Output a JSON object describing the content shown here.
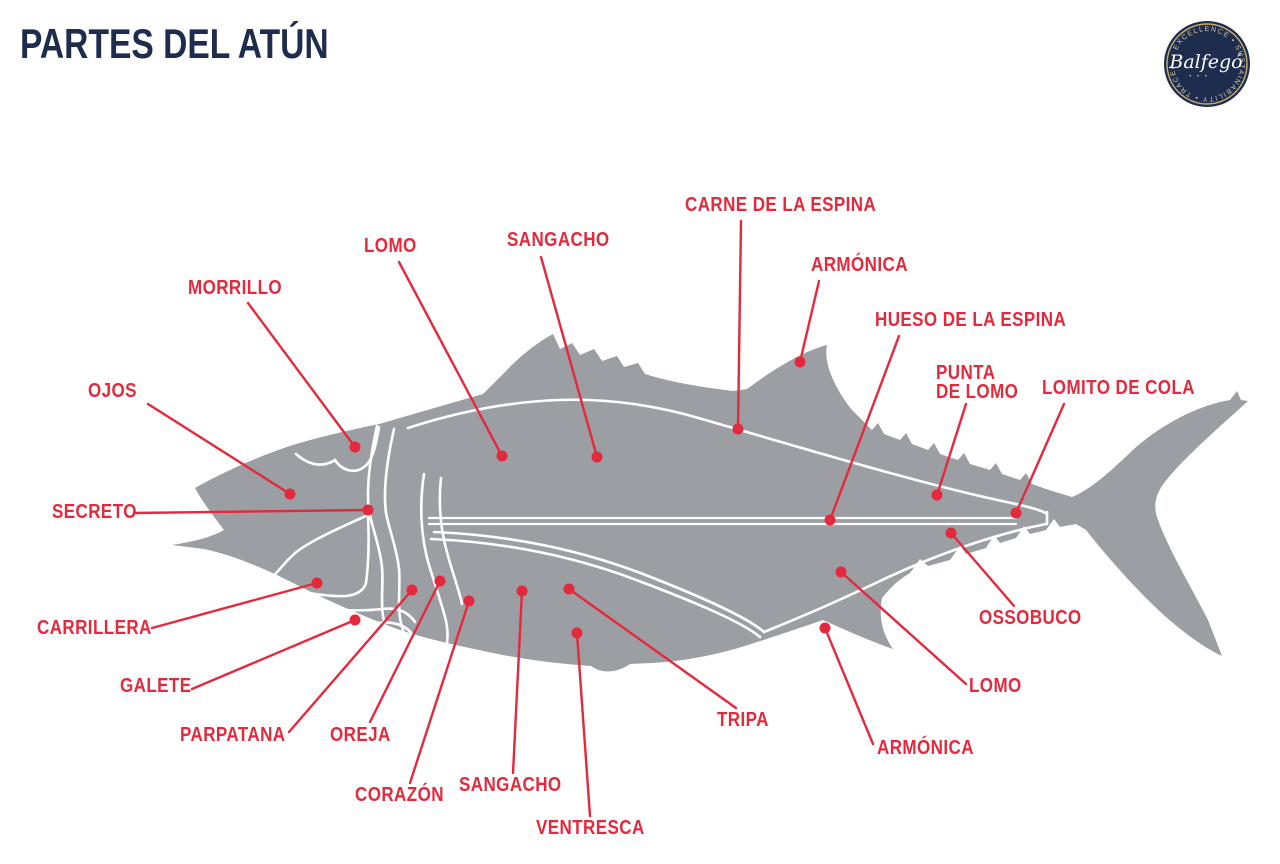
{
  "header": {
    "title": "PARTES DEL ATÚN"
  },
  "logo": {
    "brand": "Balfegó",
    "ring_text": "EXCELLENCE • SUSTAINABILITY • TRACEABILITY •",
    "dots": "• • •"
  },
  "colors": {
    "accent_red": "#E4293C",
    "body_gray": "#9B9FA3",
    "navy": "#1E2C4E",
    "gold": "#C7AE6E"
  },
  "diagram": {
    "labels": {
      "morrillo": "MORRILLO",
      "ojos": "OJOS",
      "secreto": "SECRETO",
      "carrillera": "CARRILLERA",
      "galete": "GALETE",
      "parpatana": "PARPATANA",
      "oreja": "OREJA",
      "corazon": "CORAZÓN",
      "sangacho_bottom": "SANGACHO",
      "ventresca": "VENTRESCA",
      "tripa": "TRIPA",
      "lomo_top": "LOMO",
      "sangacho_top": "SANGACHO",
      "carne_de_la_espina": "CARNE DE LA ESPINA",
      "armonica_top": "ARMÓNICA",
      "hueso_de_la_espina": "HUESO DE LA ESPINA",
      "punta_de_lomo_line1": "PUNTA",
      "punta_de_lomo_line2": "DE LOMO",
      "lomito_de_cola": "LOMITO DE COLA",
      "ossobuco": "OSSOBUCO",
      "lomo_bottom": "LOMO",
      "armonica_bottom": "ARMÓNICA"
    }
  }
}
